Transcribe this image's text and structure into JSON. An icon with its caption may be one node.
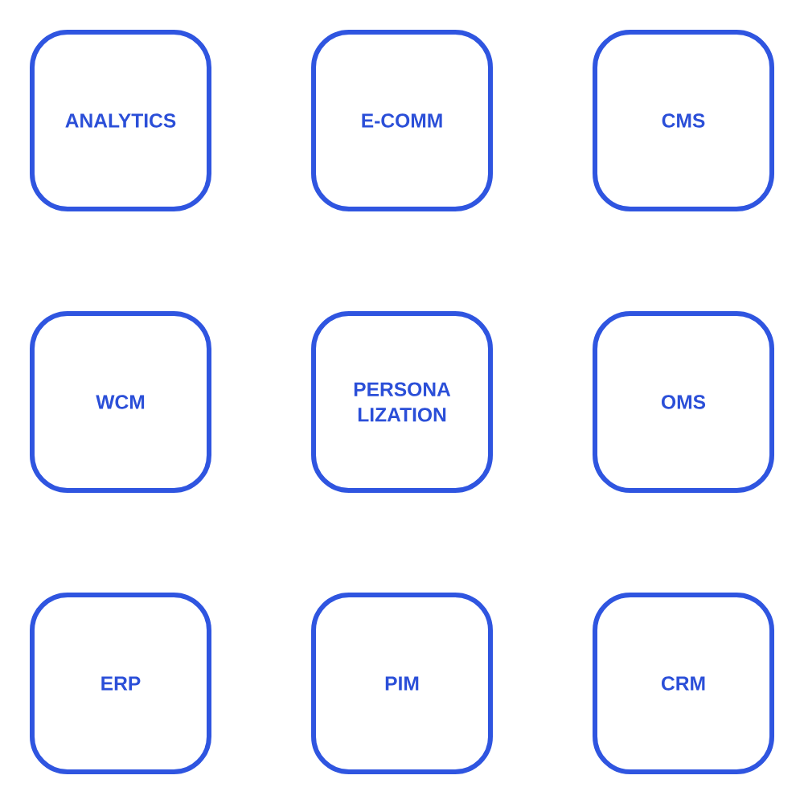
{
  "diagram": {
    "nodes": [
      {
        "text": [
          "ANALYTICS"
        ]
      },
      {
        "text": [
          "E-COMM"
        ]
      },
      {
        "text": [
          "CMS"
        ]
      },
      {
        "text": [
          "WCM"
        ]
      },
      {
        "text": [
          "PERSONA LIZATION"
        ]
      },
      {
        "text": [
          "OMS"
        ]
      },
      {
        "text": [
          "ERP"
        ]
      },
      {
        "text": [
          "PIM"
        ]
      },
      {
        "text": [
          "CRM"
        ]
      }
    ]
  }
}
